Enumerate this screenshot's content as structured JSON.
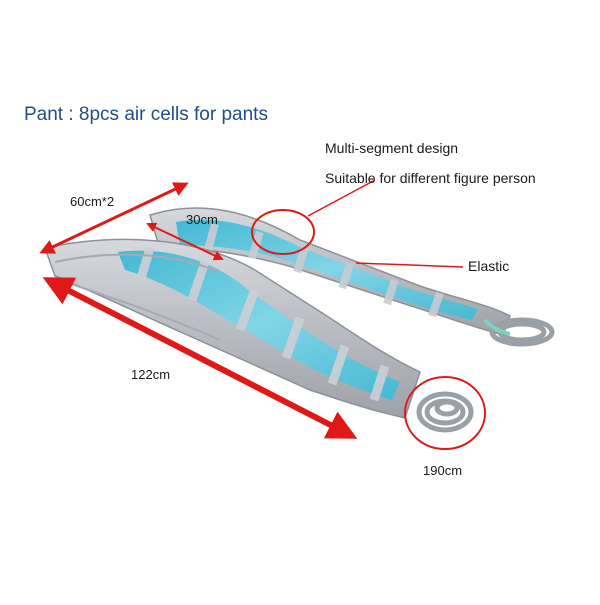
{
  "title": "Pant : 8pcs air cells for pants",
  "features": [
    "Multi-segment design",
    "Suitable for different figure person"
  ],
  "callouts": {
    "elastic": "Elastic",
    "width": "60cm*2",
    "cell_width": "30cm",
    "length": "122cm",
    "tube_length": "190cm"
  },
  "colors": {
    "title": "#1f4f86",
    "fabric": "#bfc3c8",
    "air_cell": "#5ec7dd",
    "annotation": "#e01818"
  }
}
